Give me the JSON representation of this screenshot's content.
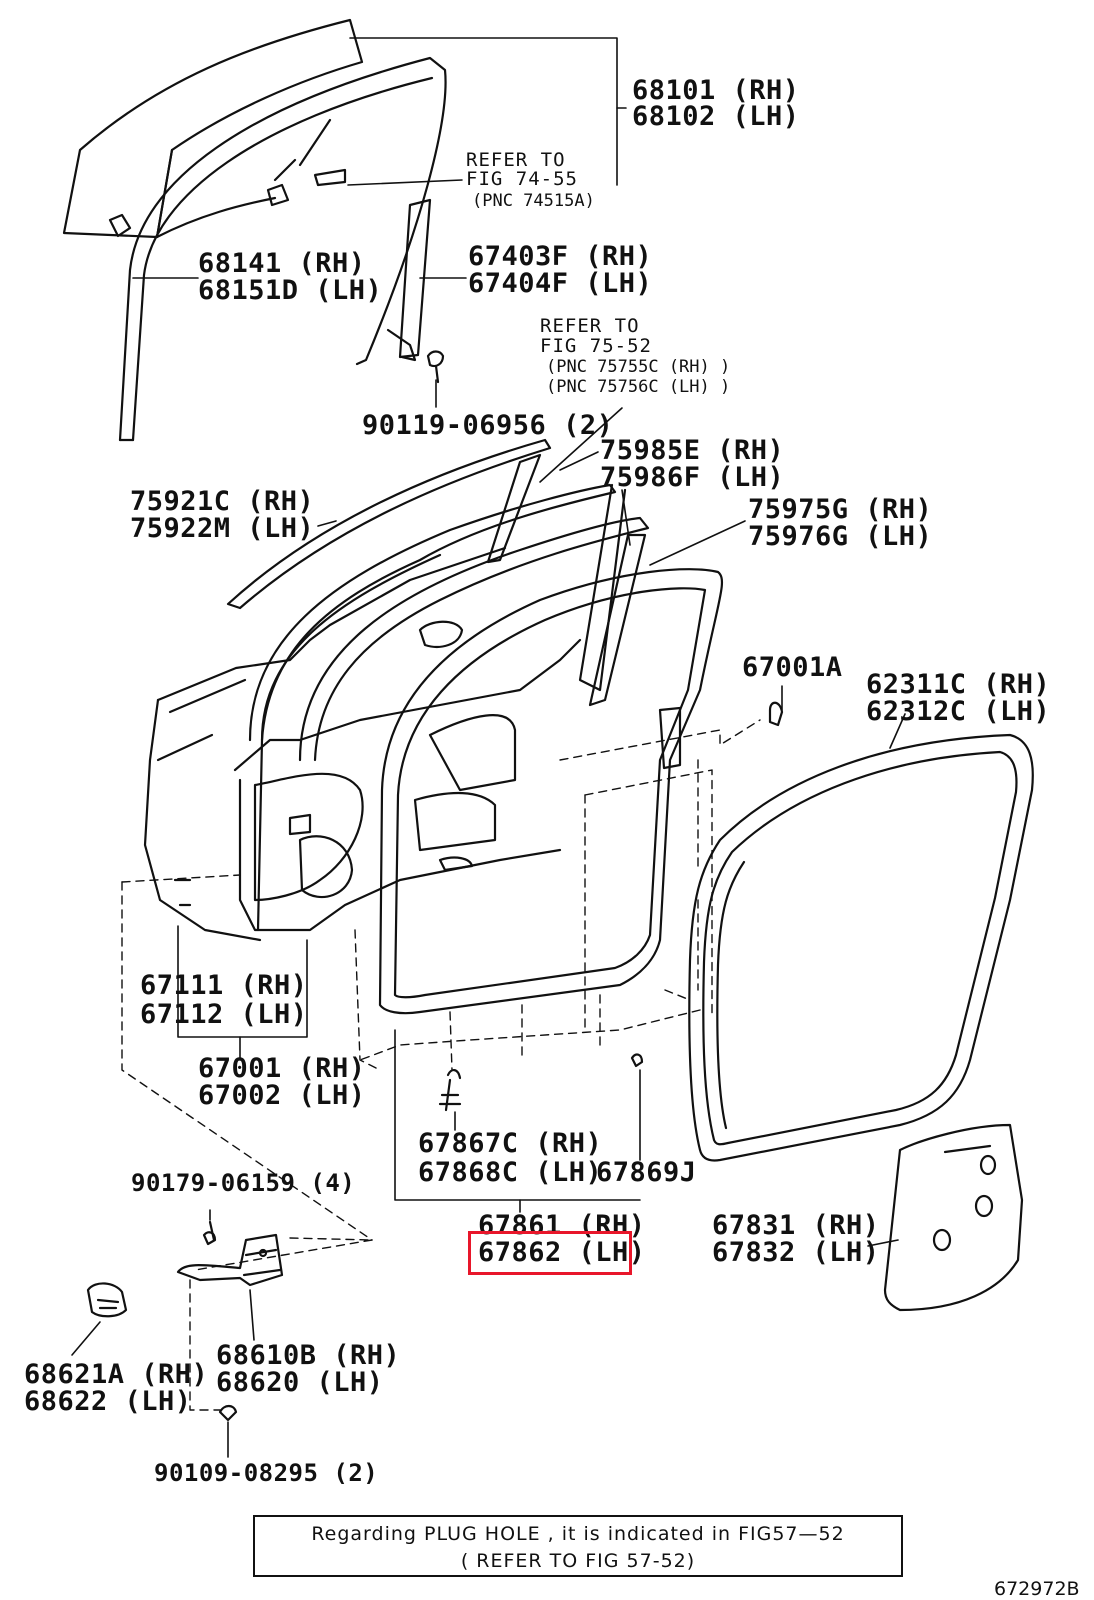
{
  "parts": {
    "p68101": "68101 (RH)",
    "p68102": "68102 (LH)",
    "ref_fig74_l1": "REFER TO",
    "ref_fig74_l2": "FIG 74-55",
    "ref_fig74_l3": "(PNC 74515A)",
    "p68141": "68141 (RH)",
    "p68151d": "68151D (LH)",
    "p67403f": "67403F (RH)",
    "p67404f": "67404F (LH)",
    "ref_fig75_l1": "REFER TO",
    "ref_fig75_l2": "FIG 75-52",
    "ref_fig75_l3": "(PNC 75755C (RH) )",
    "ref_fig75_l4": "(PNC 75756C (LH) )",
    "p90119": "90119-06956 (2)",
    "p75985e": "75985E (RH)",
    "p75986f": "75986F (LH)",
    "p75921c": "75921C (RH)",
    "p75922m": "75922M (LH)",
    "p75975g": "75975G (RH)",
    "p75976g": "75976G (LH)",
    "p67001a": "67001A",
    "p62311c": "62311C (RH)",
    "p62312c": "62312C (LH)",
    "p67111": "67111 (RH)",
    "p67112": "67112 (LH)",
    "p67001": "67001 (RH)",
    "p67002": "67002 (LH)",
    "p67867c": "67867C (RH)",
    "p67868c": "67868C (LH)",
    "p67869j": "67869J",
    "p90179": "90179-06159 (4)",
    "p67861": "67861 (RH)",
    "p67862": "67862 (LH)",
    "p67831": "67831 (RH)",
    "p67832": "67832 (LH)",
    "p68610b": "68610B (RH)",
    "p68620": "68620 (LH)",
    "p68621a": "68621A (RH)",
    "p68622": "68622 (LH)",
    "p90109": "90109-08295 (2)"
  },
  "note": {
    "line1": "Regarding PLUG HOLE , it is indicated in FIG57—52",
    "line2": "( REFER TO FIG 57-52)"
  },
  "figure_id": "672972B",
  "highlight": {
    "part": "67862 (LH)",
    "color": "#e8162a"
  }
}
